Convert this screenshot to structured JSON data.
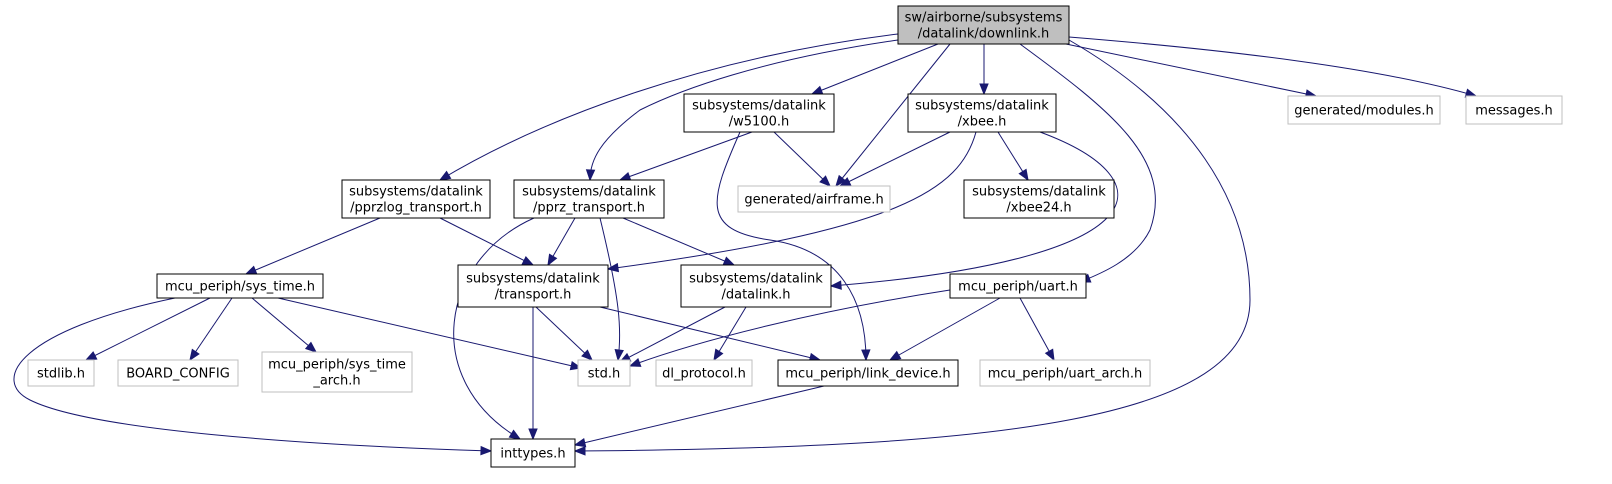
{
  "colors": {
    "edge": "#191970",
    "focus_fill": "#bfbfbf",
    "node_border": "#000000",
    "external_border": "#bfbfbf",
    "text": "#000000",
    "background": "#ffffff"
  },
  "nodes": {
    "downlink": {
      "lines": [
        "sw/airborne/subsystems",
        "/datalink/downlink.h"
      ],
      "style": "focus"
    },
    "w5100": {
      "lines": [
        "subsystems/datalink",
        "/w5100.h"
      ],
      "style": "normal"
    },
    "xbee": {
      "lines": [
        "subsystems/datalink",
        "/xbee.h"
      ],
      "style": "normal"
    },
    "modules": {
      "lines": [
        "generated/modules.h"
      ],
      "style": "external"
    },
    "messages": {
      "lines": [
        "messages.h"
      ],
      "style": "external"
    },
    "pprzlog": {
      "lines": [
        "subsystems/datalink",
        "/pprzlog_transport.h"
      ],
      "style": "normal"
    },
    "pprz": {
      "lines": [
        "subsystems/datalink",
        "/pprz_transport.h"
      ],
      "style": "normal"
    },
    "airframe": {
      "lines": [
        "generated/airframe.h"
      ],
      "style": "external"
    },
    "xbee24": {
      "lines": [
        "subsystems/datalink",
        "/xbee24.h"
      ],
      "style": "normal"
    },
    "systime": {
      "lines": [
        "mcu_periph/sys_time.h"
      ],
      "style": "normal"
    },
    "transport": {
      "lines": [
        "subsystems/datalink",
        "/transport.h"
      ],
      "style": "normal"
    },
    "datalinkh": {
      "lines": [
        "subsystems/datalink",
        "/datalink.h"
      ],
      "style": "normal"
    },
    "uart": {
      "lines": [
        "mcu_periph/uart.h"
      ],
      "style": "normal"
    },
    "stdlib": {
      "lines": [
        "stdlib.h"
      ],
      "style": "external"
    },
    "board": {
      "lines": [
        "BOARD_CONFIG"
      ],
      "style": "external"
    },
    "systimearch": {
      "lines": [
        "mcu_periph/sys_time",
        "_arch.h"
      ],
      "style": "external"
    },
    "std": {
      "lines": [
        "std.h"
      ],
      "style": "external"
    },
    "dlprotocol": {
      "lines": [
        "dl_protocol.h"
      ],
      "style": "external"
    },
    "linkdevice": {
      "lines": [
        "mcu_periph/link_device.h"
      ],
      "style": "normal"
    },
    "uartarch": {
      "lines": [
        "mcu_periph/uart_arch.h"
      ],
      "style": "external"
    },
    "inttypes": {
      "lines": [
        "inttypes.h"
      ],
      "style": "normal"
    }
  },
  "edges": [
    [
      "downlink",
      "w5100"
    ],
    [
      "downlink",
      "xbee"
    ],
    [
      "downlink",
      "modules"
    ],
    [
      "downlink",
      "messages"
    ],
    [
      "downlink",
      "pprzlog"
    ],
    [
      "downlink",
      "pprz"
    ],
    [
      "downlink",
      "airframe"
    ],
    [
      "downlink",
      "uart"
    ],
    [
      "downlink",
      "inttypes"
    ],
    [
      "w5100",
      "pprz"
    ],
    [
      "w5100",
      "airframe"
    ],
    [
      "w5100",
      "linkdevice"
    ],
    [
      "xbee",
      "airframe"
    ],
    [
      "xbee",
      "xbee24"
    ],
    [
      "xbee",
      "transport"
    ],
    [
      "xbee",
      "datalinkh"
    ],
    [
      "pprzlog",
      "systime"
    ],
    [
      "pprzlog",
      "transport"
    ],
    [
      "pprz",
      "transport"
    ],
    [
      "pprz",
      "datalinkh"
    ],
    [
      "pprz",
      "std"
    ],
    [
      "pprz",
      "inttypes"
    ],
    [
      "systime",
      "stdlib"
    ],
    [
      "systime",
      "board"
    ],
    [
      "systime",
      "systimearch"
    ],
    [
      "systime",
      "std"
    ],
    [
      "systime",
      "inttypes"
    ],
    [
      "transport",
      "std"
    ],
    [
      "transport",
      "inttypes"
    ],
    [
      "transport",
      "linkdevice"
    ],
    [
      "datalinkh",
      "std"
    ],
    [
      "datalinkh",
      "dlprotocol"
    ],
    [
      "uart",
      "std"
    ],
    [
      "uart",
      "linkdevice"
    ],
    [
      "uart",
      "uartarch"
    ],
    [
      "linkdevice",
      "inttypes"
    ]
  ]
}
